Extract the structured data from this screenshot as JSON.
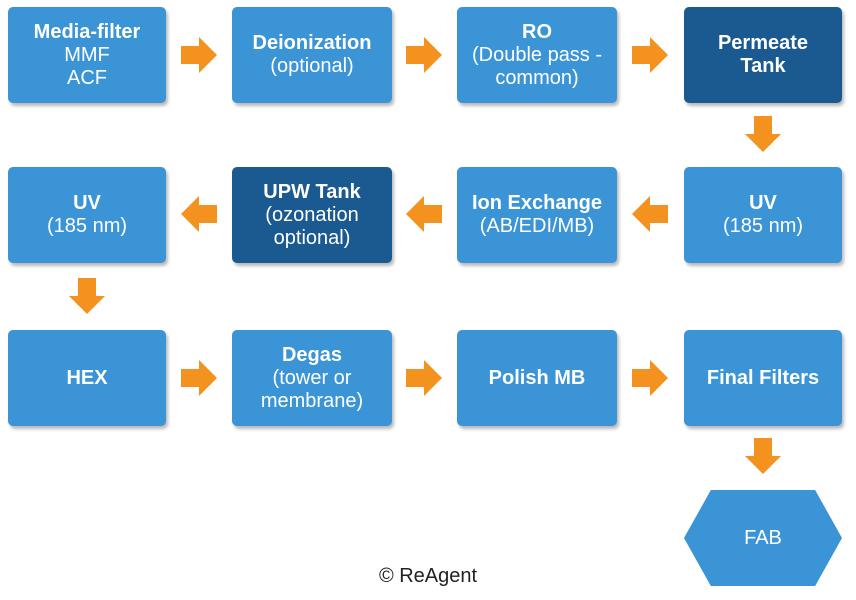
{
  "colors": {
    "box": "#3a94d6",
    "box_dark": "#1a5a90",
    "arrow": "#f4921f"
  },
  "nodes": {
    "media_filter": {
      "line1": "Media-filter",
      "line2": "MMF",
      "line3": "ACF"
    },
    "deionization": {
      "line1": "Deionization",
      "line2": "(optional)"
    },
    "ro": {
      "line1": "RO",
      "line2": "(Double pass -",
      "line3": "common)"
    },
    "permeate_tank": {
      "line1": "Permeate",
      "line2": "Tank"
    },
    "uv_right": {
      "line1": "UV",
      "line2": "(185 nm)"
    },
    "ion_exchange": {
      "line1": "Ion Exchange",
      "line2": "(AB/EDI/MB)"
    },
    "upw_tank": {
      "line1": "UPW Tank",
      "line2": "(ozonation",
      "line3": "optional)"
    },
    "uv_left": {
      "line1": "UV",
      "line2": "(185 nm)"
    },
    "hex": {
      "line1": "HEX"
    },
    "degas": {
      "line1": "Degas",
      "line2": "(tower or",
      "line3": "membrane)"
    },
    "polish_mb": {
      "line1": "Polish MB"
    },
    "final_filters": {
      "line1": "Final Filters"
    },
    "fab": {
      "label": "FAB"
    }
  },
  "copyright": "© ReAgent"
}
